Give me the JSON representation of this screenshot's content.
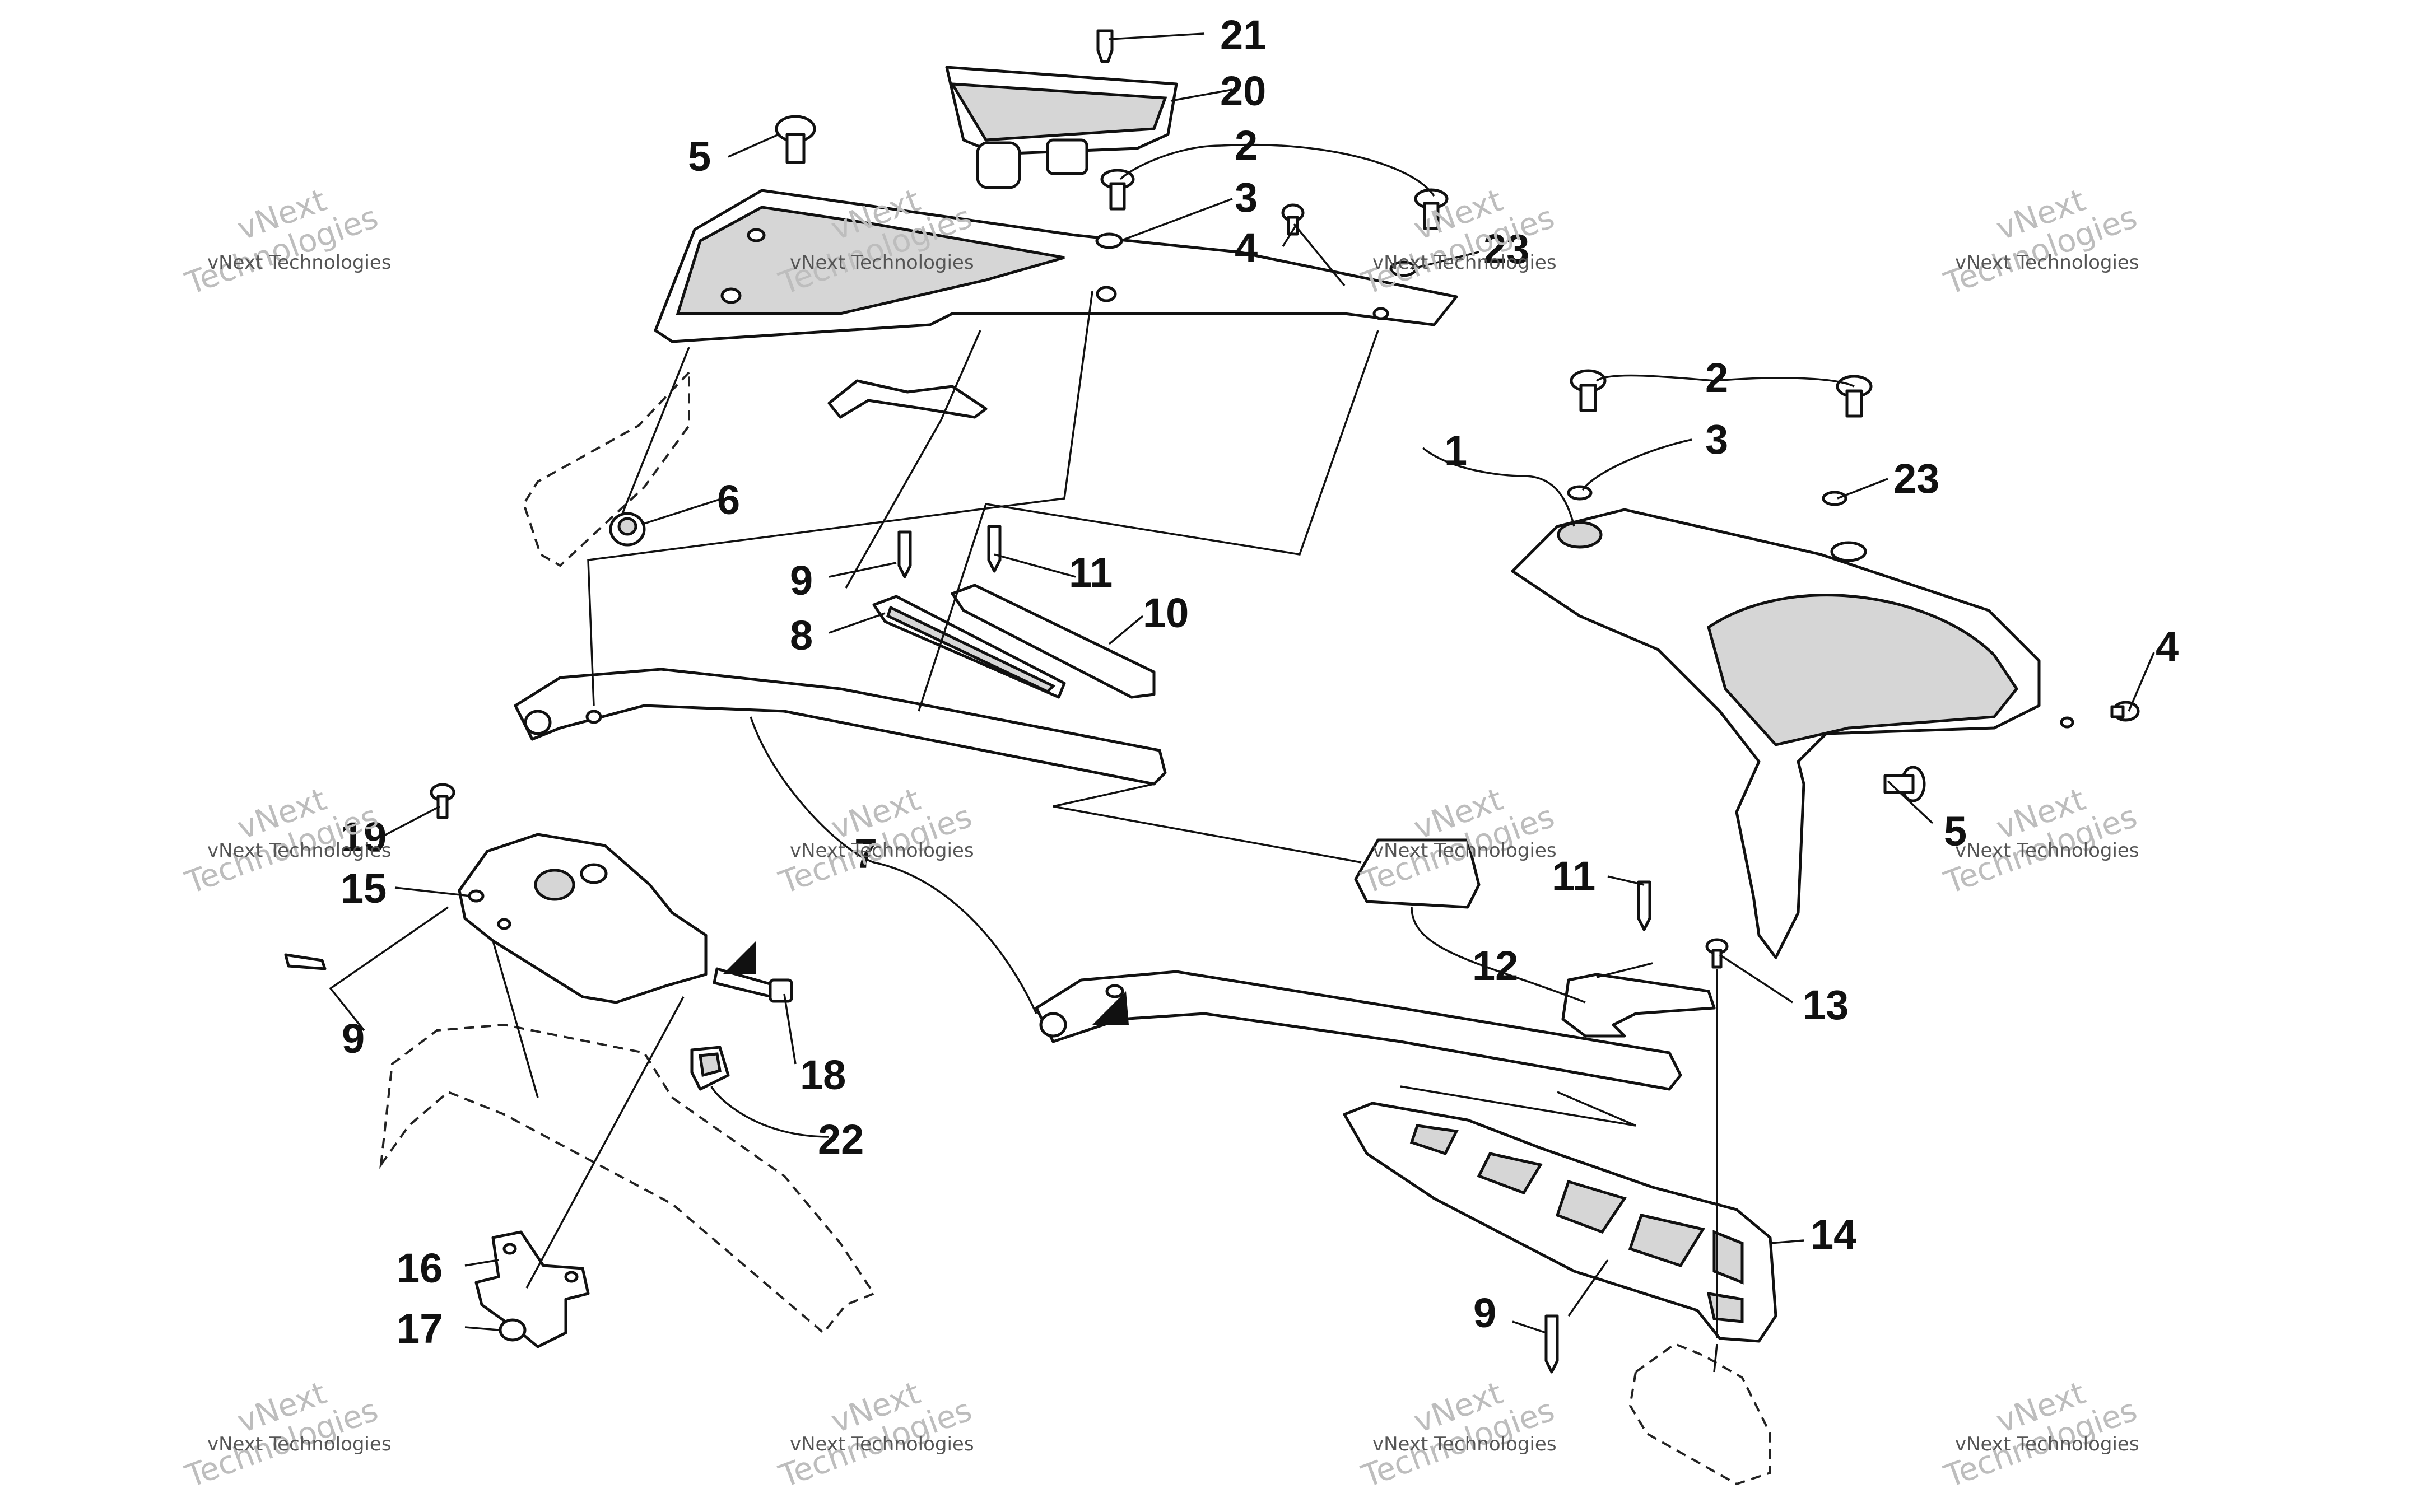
{
  "callouts": [
    "21",
    "20",
    "5",
    "2",
    "3",
    "4",
    "23",
    "6",
    "2",
    "3",
    "1",
    "23",
    "9",
    "11",
    "8",
    "10",
    "4",
    "5",
    "19",
    "15",
    "7",
    "11",
    "12",
    "13",
    "9",
    "18",
    "22",
    "16",
    "17",
    "14",
    "9"
  ],
  "watermark": {
    "line1": "vNext",
    "line2": "Technologies",
    "small": "vNext Technologies"
  }
}
